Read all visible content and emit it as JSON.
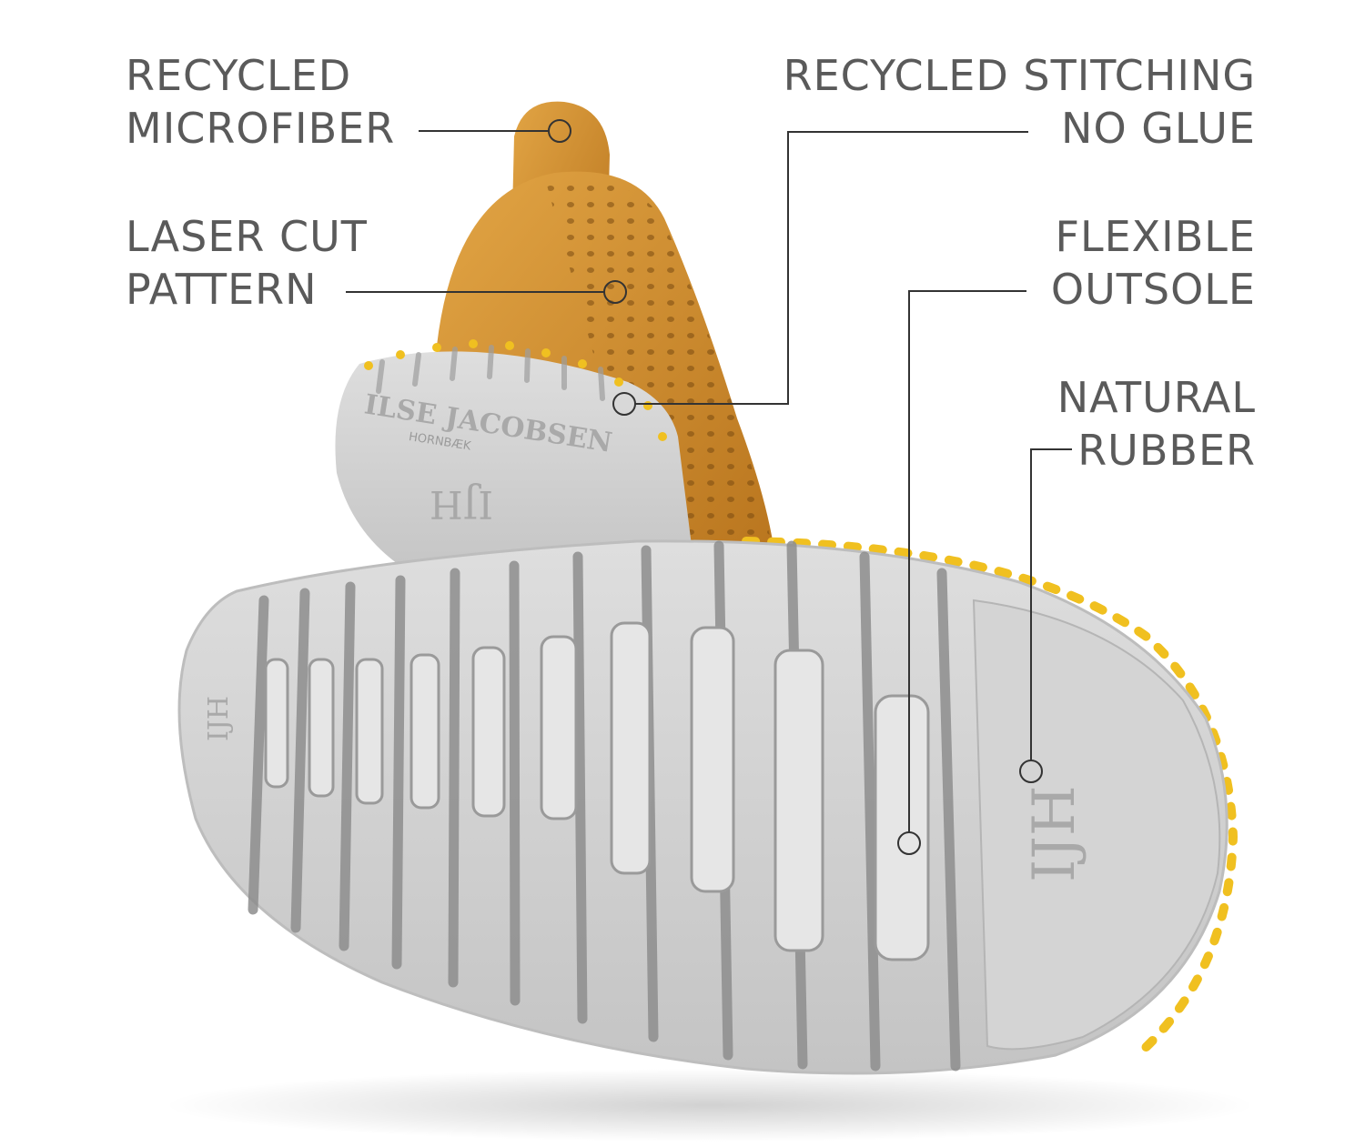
{
  "callouts": {
    "microfiber": {
      "line1": "RECYCLED",
      "line2": "MICROFIBER"
    },
    "laser": {
      "line1": "LASER CUT",
      "line2": "PATTERN"
    },
    "stitching": {
      "line1": "RECYCLED STITCHING",
      "line2": "NO GLUE"
    },
    "outsole": {
      "line1": "FLEXIBLE",
      "line2": "OUTSOLE"
    },
    "rubber": {
      "line1": "NATURAL",
      "line2": "RUBBER"
    }
  },
  "heel_brand": {
    "name": "ILSE JACOBSEN",
    "sub": "HORNBÆK"
  },
  "logo_mark": "IJH",
  "colors": {
    "text": "#5a5a5a",
    "leader": "#333333",
    "suede": "#d9942e",
    "sole": "#d6d6d6",
    "stitch": "#f0c020"
  }
}
